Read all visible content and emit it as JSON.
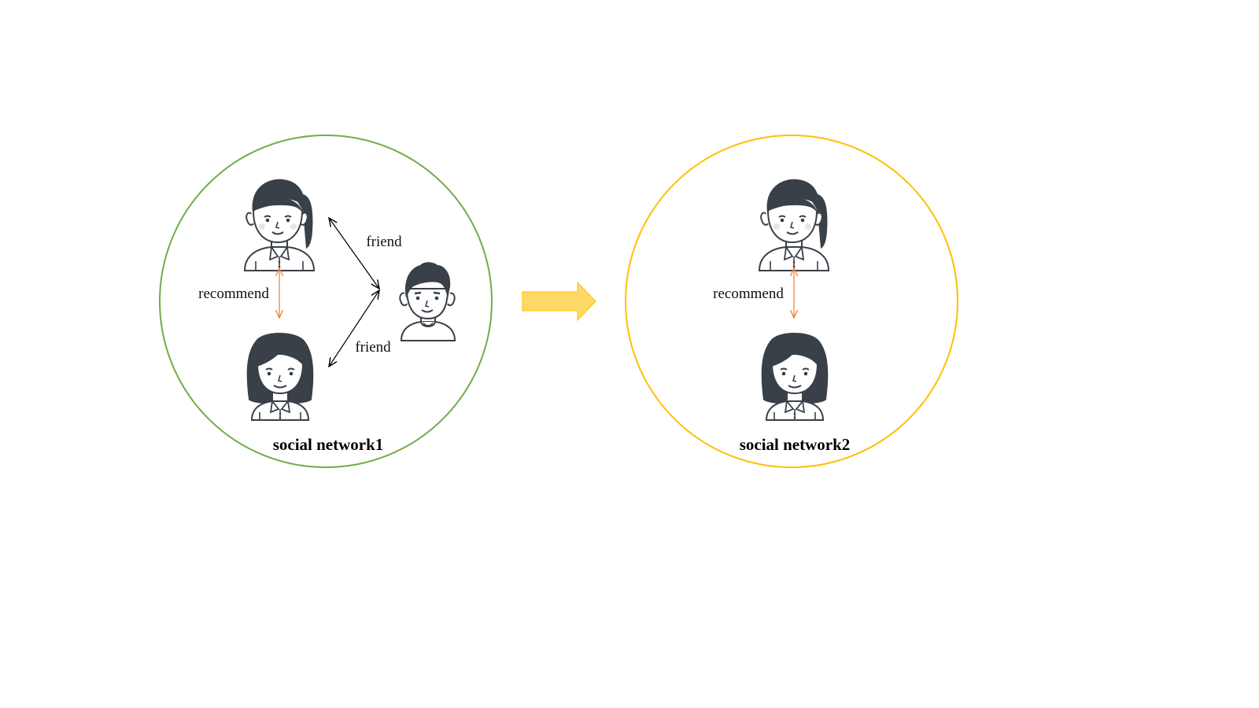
{
  "networks": [
    {
      "title": "social network1",
      "border_color": "#70AD47",
      "labels": {
        "recommend": "recommend",
        "friend_top": "friend",
        "friend_bottom": "friend"
      }
    },
    {
      "title": "social network2",
      "border_color": "#FFC000",
      "labels": {
        "recommend": "recommend"
      }
    }
  ],
  "colors": {
    "recommend_arrow": "#ED7D31",
    "friend_arrow": "#000000",
    "transition_arrow": "#FFD966",
    "avatar_dark": "#3A4048"
  },
  "icons": {
    "woman_ponytail": "woman-ponytail-icon",
    "woman_long_hair": "woman-long-hair-icon",
    "man": "man-icon",
    "transition_arrow": "right-arrow-icon"
  }
}
